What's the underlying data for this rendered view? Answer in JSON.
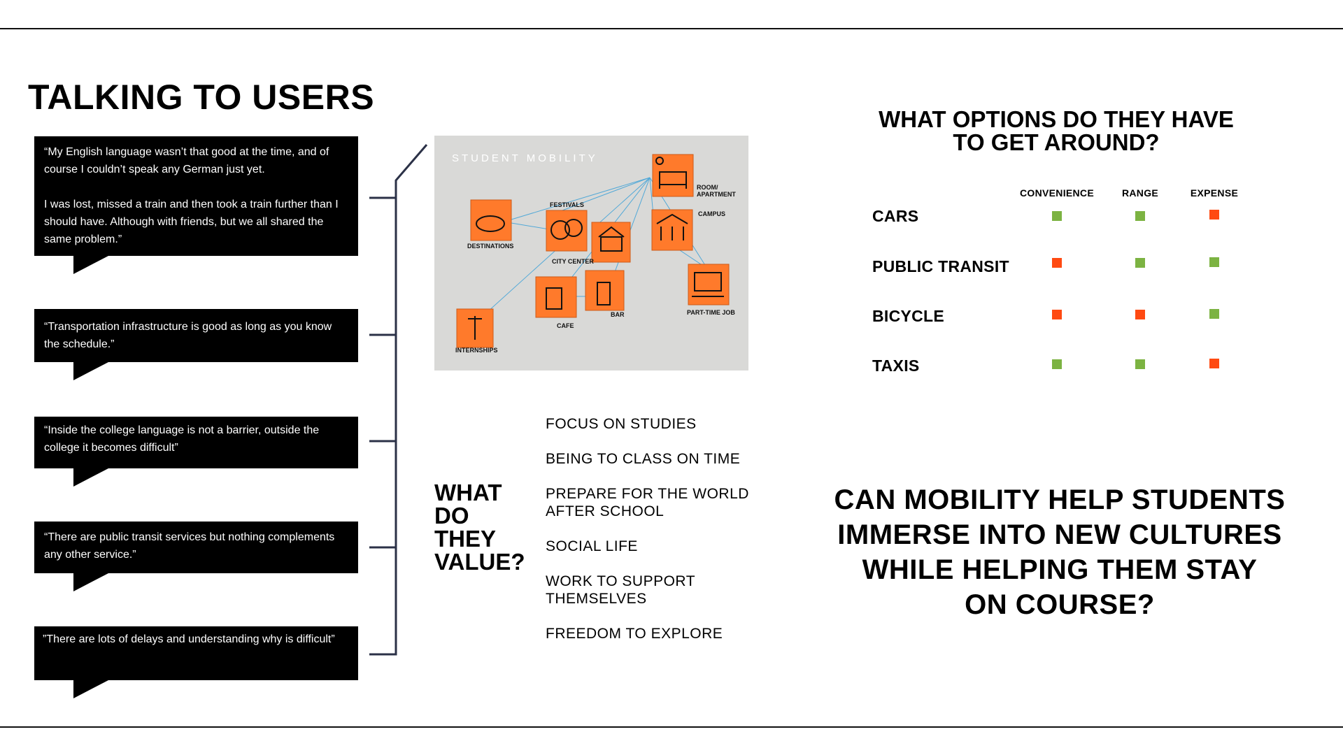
{
  "title": "TALKING TO USERS",
  "quotes": [
    "“My English language wasn’t that good at the time, and of course I couldn’t speak any German just yet.\n\nI was lost, missed a train and then took a train further than I should have. Although with friends, but we all shared the same problem.”",
    "“Transportation infrastructure is good as long as you know the schedule.”",
    "“Inside the college language is not a barrier, outside the college it becomes difficult”",
    "“There are public transit services but nothing complements any other service.”",
    "”There are lots of delays and understanding why is difficult”"
  ],
  "photo": {
    "board_title": "STUDENT MOBILITY",
    "labels": {
      "room": "ROOM/\nAPARTMENT",
      "festivals": "FESTIVALS",
      "campus": "CAMPUS",
      "destinations": "DESTINATIONS",
      "city_center": "CITY CENTER",
      "part_time_job": "PART-TIME JOB",
      "cafe": "CAFE",
      "bar": "BAR",
      "internships": "INTERNSHIPS"
    }
  },
  "values": {
    "heading": "WHAT\nDO\nTHEY\nVALUE?",
    "items": [
      "FOCUS ON STUDIES",
      "BEING TO CLASS ON TIME",
      "PREPARE FOR THE WORLD\nAFTER SCHOOL",
      "SOCIAL LIFE",
      "WORK TO SUPPORT\nTHEMSELVES",
      "FREEDOM TO EXPLORE"
    ]
  },
  "options": {
    "title": "WHAT OPTIONS DO THEY HAVE\nTO GET AROUND?",
    "columns": [
      "CONVENIENCE",
      "RANGE",
      "EXPENSE"
    ],
    "rows": [
      {
        "label": "CARS",
        "ratings": [
          "good",
          "good",
          "bad"
        ]
      },
      {
        "label": "PUBLIC TRANSIT",
        "ratings": [
          "bad",
          "good",
          "good"
        ]
      },
      {
        "label": "BICYCLE",
        "ratings": [
          "bad",
          "bad",
          "good"
        ]
      },
      {
        "label": "TAXIS",
        "ratings": [
          "good",
          "good",
          "bad"
        ]
      }
    ],
    "colors": {
      "good": "#7cb342",
      "bad": "#ff4a12"
    }
  },
  "question": "CAN MOBILITY HELP STUDENTS\nIMMERSE INTO NEW CULTURES\nWHILE HELPING THEM STAY\nON COURSE?",
  "colors": {
    "bracket": "#2b3147",
    "sticky": "#ff7a2b",
    "board": "#d9d9d7",
    "string": "#3aa0d8"
  }
}
